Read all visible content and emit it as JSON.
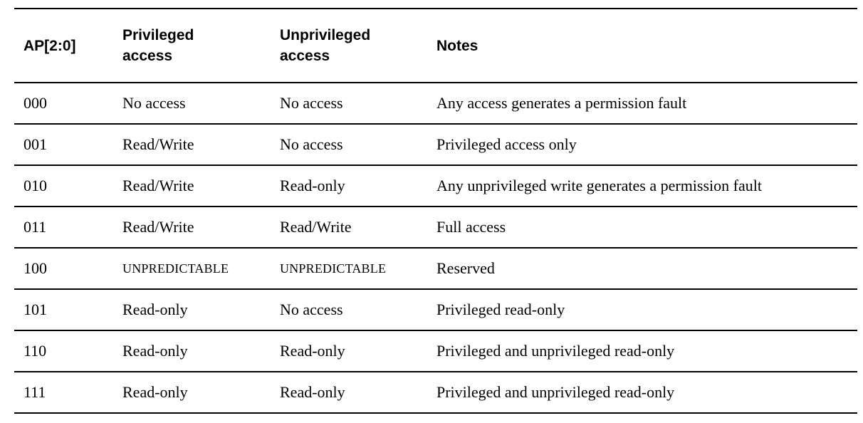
{
  "table": {
    "headers": {
      "ap": "AP[2:0]",
      "privileged": "Privileged access",
      "unprivileged": "Unprivileged access",
      "notes": "Notes"
    },
    "rows": [
      {
        "ap": "000",
        "privileged": "No access",
        "unprivileged": "No access",
        "notes": "Any access generates a permission fault"
      },
      {
        "ap": "001",
        "privileged": "Read/Write",
        "unprivileged": "No access",
        "notes": "Privileged access only"
      },
      {
        "ap": "010",
        "privileged": "Read/Write",
        "unprivileged": "Read-only",
        "notes": "Any unprivileged write generates a permission fault"
      },
      {
        "ap": "011",
        "privileged": "Read/Write",
        "unprivileged": "Read/Write",
        "notes": "Full access"
      },
      {
        "ap": "100",
        "privileged": "UNPREDICTABLE",
        "unprivileged": "UNPREDICTABLE",
        "notes": "Reserved"
      },
      {
        "ap": "101",
        "privileged": "Read-only",
        "unprivileged": "No access",
        "notes": "Privileged read-only"
      },
      {
        "ap": "110",
        "privileged": "Read-only",
        "unprivileged": "Read-only",
        "notes": "Privileged and unprivileged read-only"
      },
      {
        "ap": "111",
        "privileged": "Read-only",
        "unprivileged": "Read-only",
        "notes": "Privileged and unprivileged read-only"
      }
    ]
  },
  "colors": {
    "text": "#000000",
    "background": "#ffffff",
    "rule": "#000000"
  }
}
